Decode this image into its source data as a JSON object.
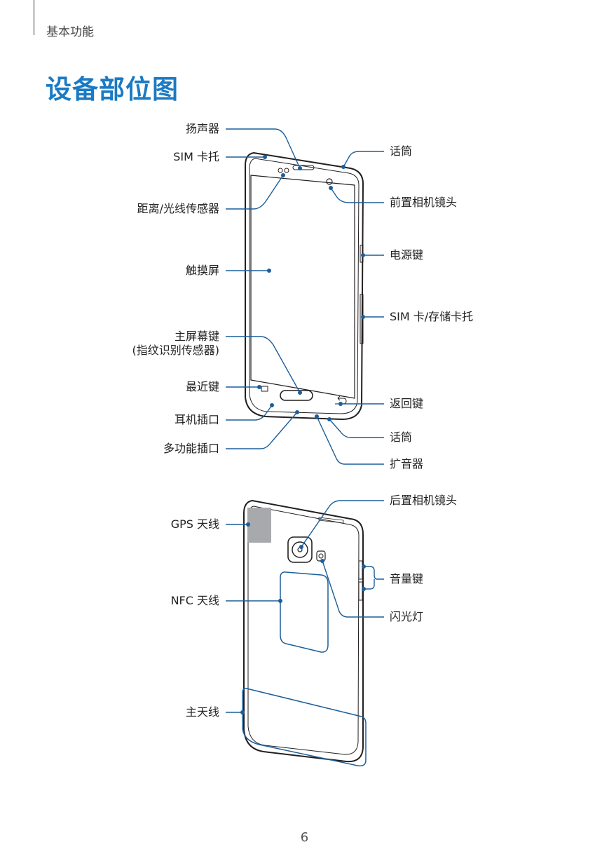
{
  "header": {
    "section": "基本功能"
  },
  "page": {
    "title": "设备部位图",
    "number": "6"
  },
  "front_labels": {
    "speaker": "扬声器",
    "sim_tray": "SIM 卡托",
    "proximity_sensor": "距离/光线传感器",
    "touchscreen": "触摸屏",
    "home_key_line1": "主屏幕键",
    "home_key_line2": "(指纹识别传感器)",
    "recent_key": "最近键",
    "earphone_jack": "耳机插口",
    "multipurpose_jack": "多功能插口",
    "mic_top": "话筒",
    "front_camera": "前置相机镜头",
    "power_key": "电源键",
    "sim_memory_tray": "SIM 卡/存储卡托",
    "back_key": "返回键",
    "mic_bottom": "话筒",
    "loudspeaker": "扩音器"
  },
  "back_labels": {
    "gps_antenna": "GPS 天线",
    "nfc_antenna": "NFC 天线",
    "main_antenna": "主天线",
    "rear_camera": "后置相机镜头",
    "volume_key": "音量键",
    "flash": "闪光灯"
  },
  "colors": {
    "accent": "#1a7ac4",
    "callout": "#1b5e9a",
    "gps_area": "#a7a9ac",
    "outline": "#231f20"
  }
}
